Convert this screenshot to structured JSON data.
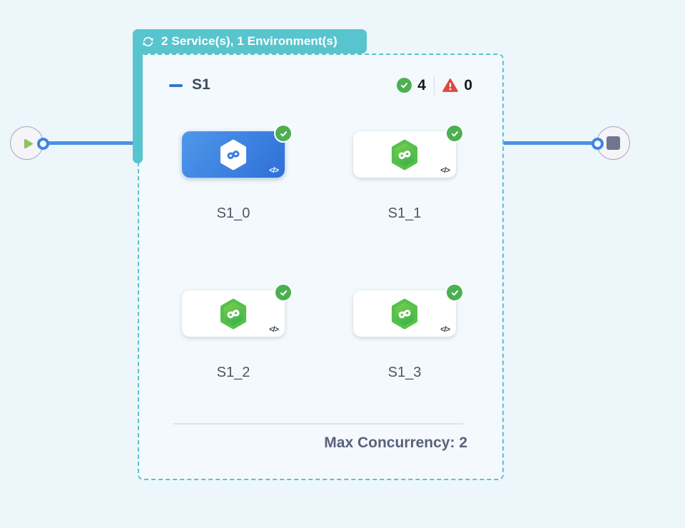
{
  "badge": {
    "label": "2 Service(s), 1 Environment(s)",
    "icon": "cycle-icon",
    "color": "#58c4ce"
  },
  "stage": {
    "name": "S1",
    "success_count": "4",
    "failed_count": "0",
    "max_concurrency_label": "Max Concurrency: 2",
    "services": [
      {
        "label": "S1_0",
        "selected": true,
        "status": "success"
      },
      {
        "label": "S1_1",
        "selected": false,
        "status": "success"
      },
      {
        "label": "S1_2",
        "selected": false,
        "status": "success"
      },
      {
        "label": "S1_3",
        "selected": false,
        "status": "success"
      }
    ]
  },
  "nodes": {
    "start": "play-icon",
    "end": "stop-icon"
  },
  "icons": {
    "code_glyph": "</>"
  },
  "colors": {
    "background": "#edf6fb",
    "accent_teal": "#58c4ce",
    "edge_blue": "#4b90e4",
    "selected_card_from": "#4f97ea",
    "selected_card_to": "#2e70d8",
    "success_green": "#4daf52",
    "error_red": "#dc4a41",
    "hexagon_green_from": "#82d44f",
    "hexagon_green_to": "#3eb14a",
    "play_green": "#8cc45c",
    "stop_gray": "#70768d"
  }
}
